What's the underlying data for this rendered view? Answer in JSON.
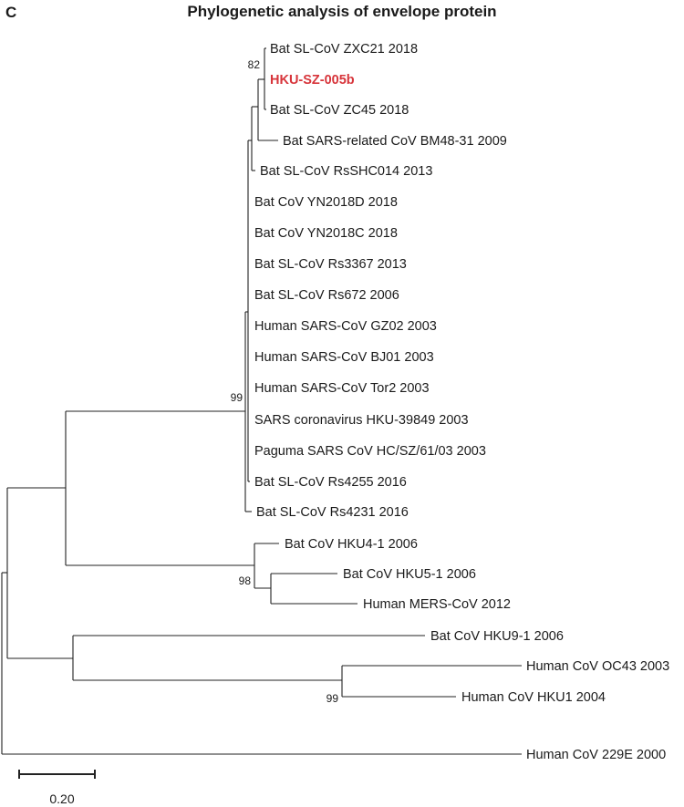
{
  "panel_label": "C",
  "title": "Phylogenetic analysis of envelope protein",
  "highlight_color": "#d7353b",
  "taxa": [
    "Bat SL-CoV ZXC21 2018",
    "HKU-SZ-005b",
    "Bat SL-CoV ZC45 2018",
    "Bat SARS-related CoV BM48-31 2009",
    "Bat SL-CoV RsSHC014 2013",
    "Bat CoV YN2018D 2018",
    "Bat CoV YN2018C 2018",
    "Bat SL-CoV Rs3367 2013",
    "Bat SL-CoV Rs672 2006",
    "Human SARS-CoV GZ02 2003",
    "Human SARS-CoV BJ01 2003",
    "Human SARS-CoV Tor2 2003",
    "SARS coronavirus HKU-39849 2003",
    "Paguma SARS CoV HC/SZ/61/03 2003",
    "Bat SL-CoV Rs4255 2016",
    "Bat SL-CoV Rs4231 2016",
    "Bat CoV HKU4-1 2006",
    "Bat CoV HKU5-1 2006",
    "Human MERS-CoV 2012",
    "Bat CoV HKU9-1 2006",
    "Human CoV OC43 2003",
    "Human CoV HKU1 2004",
    "Human CoV 229E 2000"
  ],
  "highlighted_taxon": "HKU-SZ-005b",
  "bootstrap": [
    "82",
    "99",
    "98",
    "99"
  ],
  "scale_bar": {
    "value": 0.2,
    "label": "0.20"
  }
}
